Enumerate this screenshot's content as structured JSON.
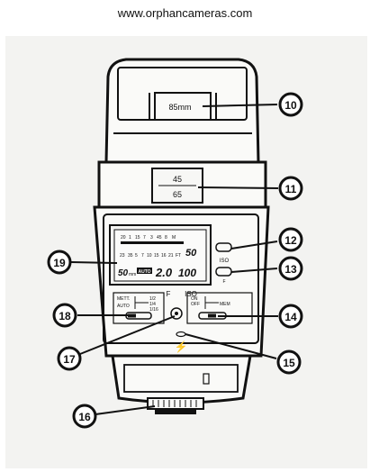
{
  "header": {
    "url": "www.orphancameras.com"
  },
  "diagram": {
    "lens_label": "85mm",
    "zoom_positions": [
      "45",
      "65"
    ],
    "lcd": {
      "distance_scale_top": [
        "20",
        "1",
        "15",
        "7",
        "3",
        "45",
        "8",
        "M"
      ],
      "distance_scale_bottom": [
        "23",
        "35",
        "5",
        "7",
        "10",
        "15",
        "16",
        "21",
        "FT"
      ],
      "readout_left": "50",
      "readout_left_unit": "mm",
      "mode_badge": "AUTO",
      "readout_aperture": "2.0",
      "readout_iso": "100",
      "readout_right_top": "50",
      "label_f": "F",
      "label_iso": "ISO"
    },
    "side_buttons": {
      "iso_label": "ISO",
      "f_label": "F"
    },
    "mode_switch": {
      "options": [
        "METT.",
        "AUTO",
        "1/2",
        "1/4",
        "1/16"
      ]
    },
    "power_switch": {
      "options": [
        "ON",
        "OFF",
        "MEM"
      ]
    },
    "flash_symbol": "⚡",
    "callouts": [
      "10",
      "11",
      "12",
      "13",
      "14",
      "15",
      "16",
      "17",
      "18",
      "19"
    ]
  }
}
